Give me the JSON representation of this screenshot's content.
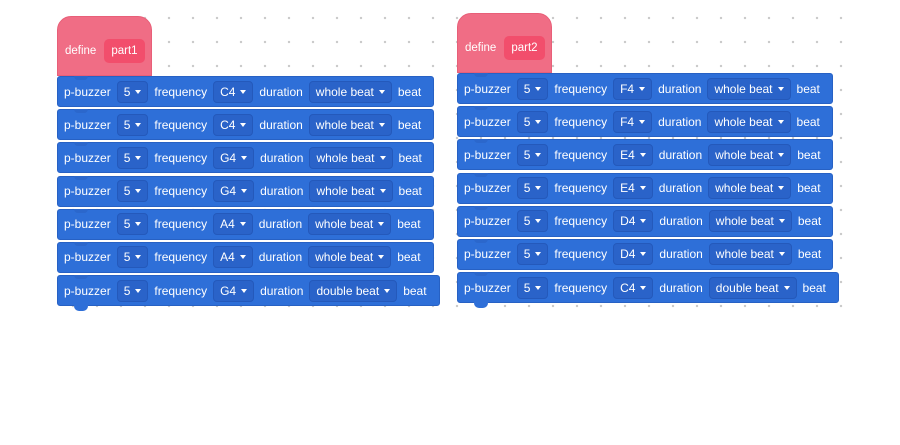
{
  "scripts": [
    {
      "define_label": "define",
      "name": "part1",
      "blocks": [
        {
          "cmd": "p-buzzer",
          "pin": "5",
          "freq_label": "frequency",
          "note": "C4",
          "dur_label": "duration",
          "duration": "whole beat",
          "unit": "beat"
        },
        {
          "cmd": "p-buzzer",
          "pin": "5",
          "freq_label": "frequency",
          "note": "C4",
          "dur_label": "duration",
          "duration": "whole beat",
          "unit": "beat"
        },
        {
          "cmd": "p-buzzer",
          "pin": "5",
          "freq_label": "frequency",
          "note": "G4",
          "dur_label": "duration",
          "duration": "whole beat",
          "unit": "beat"
        },
        {
          "cmd": "p-buzzer",
          "pin": "5",
          "freq_label": "frequency",
          "note": "G4",
          "dur_label": "duration",
          "duration": "whole beat",
          "unit": "beat"
        },
        {
          "cmd": "p-buzzer",
          "pin": "5",
          "freq_label": "frequency",
          "note": "A4",
          "dur_label": "duration",
          "duration": "whole beat",
          "unit": "beat"
        },
        {
          "cmd": "p-buzzer",
          "pin": "5",
          "freq_label": "frequency",
          "note": "A4",
          "dur_label": "duration",
          "duration": "whole beat",
          "unit": "beat"
        },
        {
          "cmd": "p-buzzer",
          "pin": "5",
          "freq_label": "frequency",
          "note": "G4",
          "dur_label": "duration",
          "duration": "double beat",
          "unit": "beat"
        }
      ]
    },
    {
      "define_label": "define",
      "name": "part2",
      "blocks": [
        {
          "cmd": "p-buzzer",
          "pin": "5",
          "freq_label": "frequency",
          "note": "F4",
          "dur_label": "duration",
          "duration": "whole beat",
          "unit": "beat"
        },
        {
          "cmd": "p-buzzer",
          "pin": "5",
          "freq_label": "frequency",
          "note": "F4",
          "dur_label": "duration",
          "duration": "whole beat",
          "unit": "beat"
        },
        {
          "cmd": "p-buzzer",
          "pin": "5",
          "freq_label": "frequency",
          "note": "E4",
          "dur_label": "duration",
          "duration": "whole beat",
          "unit": "beat"
        },
        {
          "cmd": "p-buzzer",
          "pin": "5",
          "freq_label": "frequency",
          "note": "E4",
          "dur_label": "duration",
          "duration": "whole beat",
          "unit": "beat"
        },
        {
          "cmd": "p-buzzer",
          "pin": "5",
          "freq_label": "frequency",
          "note": "D4",
          "dur_label": "duration",
          "duration": "whole beat",
          "unit": "beat"
        },
        {
          "cmd": "p-buzzer",
          "pin": "5",
          "freq_label": "frequency",
          "note": "D4",
          "dur_label": "duration",
          "duration": "whole beat",
          "unit": "beat"
        },
        {
          "cmd": "p-buzzer",
          "pin": "5",
          "freq_label": "frequency",
          "note": "C4",
          "dur_label": "duration",
          "duration": "double beat",
          "unit": "beat"
        }
      ]
    }
  ],
  "colors": {
    "define_block": "#f06d85",
    "define_name": "#f24e6c",
    "command_block": "#2e6fd8",
    "workspace_dot": "#c9c9c9"
  },
  "icons": {
    "dropdown": "caret-down-icon"
  }
}
